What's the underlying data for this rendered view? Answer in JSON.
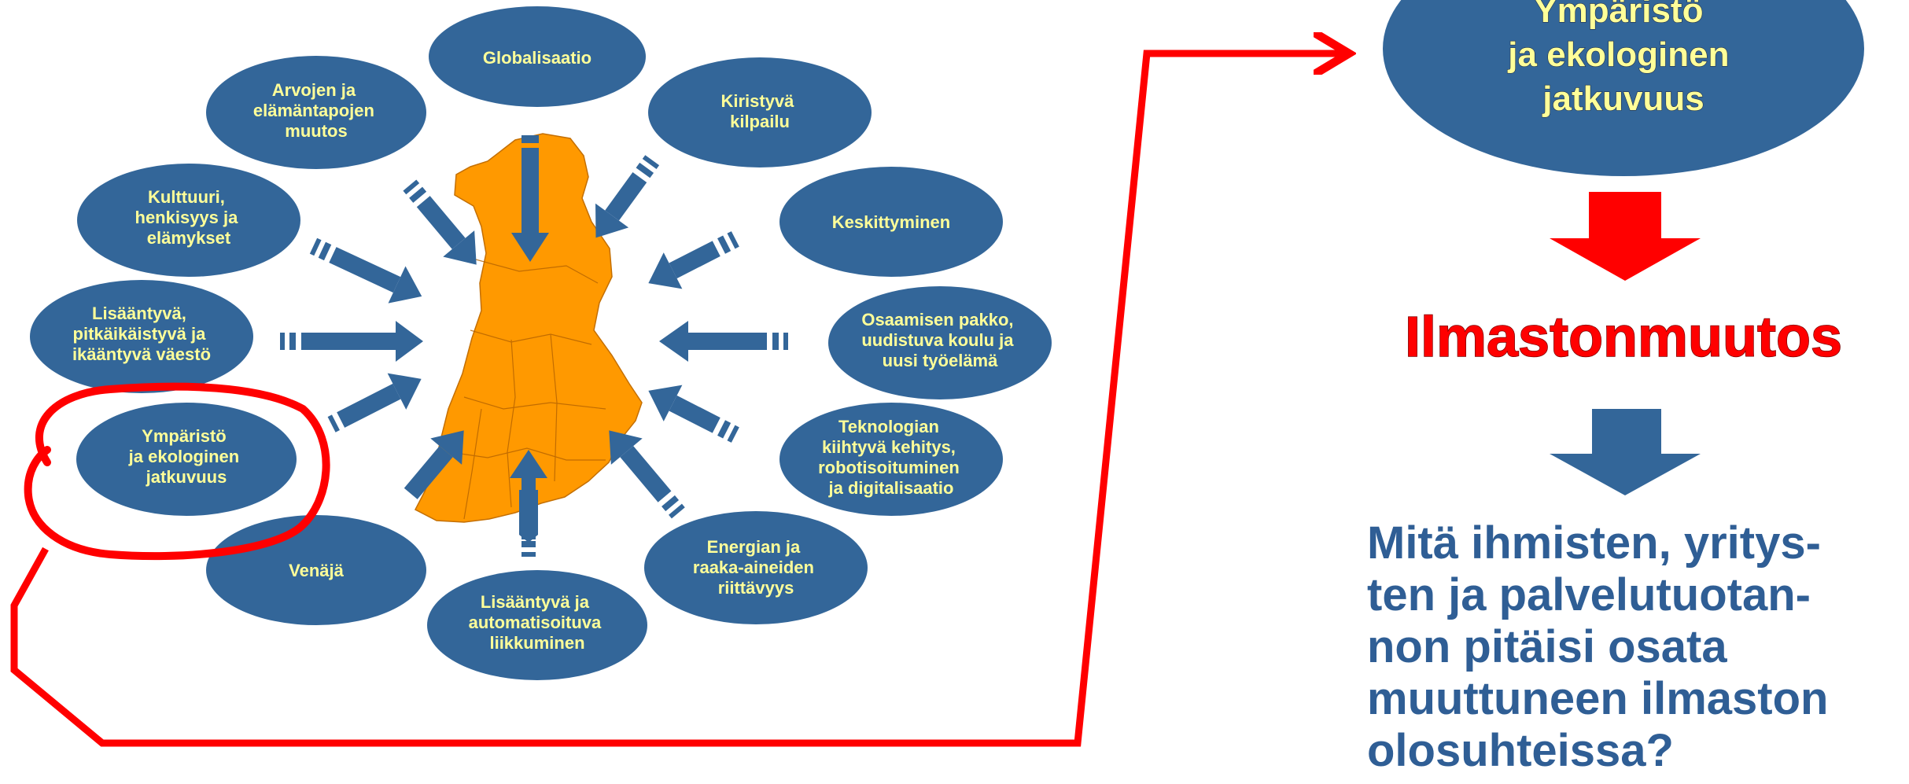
{
  "topics": {
    "globalisaatio": [
      "Globalisaatio"
    ],
    "arvojen": [
      "Arvojen ja",
      "elämäntapojen",
      "muutos"
    ],
    "kiristyva": [
      "Kiristyvä",
      "kilpailu"
    ],
    "kulttuuri": [
      "Kulttuuri,",
      "henkisyys ja",
      "elämykset"
    ],
    "keskittyminen": [
      "Keskittyminen"
    ],
    "lisaantyva_vaesto": [
      "Lisääntyvä,",
      "pitkäikäistyvä ja",
      "ikääntyvä väestö"
    ],
    "osaamisen": [
      "Osaamisen pakko,",
      "uudistuva koulu ja",
      "uusi työelämä"
    ],
    "ymparisto_small": [
      "Ympäristö",
      "ja ekologinen",
      "jatkuvuus"
    ],
    "teknologian": [
      "Teknologian",
      "kiihtyvä kehitys,",
      "robotisoituminen",
      "ja digitalisaatio"
    ],
    "venaja": [
      "Venäjä"
    ],
    "energian": [
      "Energian ja",
      "raaka-aineiden",
      "riittävyys"
    ],
    "liikkuminen": [
      "Lisääntyvä ja",
      "automatisoituva",
      "liikkuminen"
    ]
  },
  "focus": {
    "oval_lines": [
      "Ympäristö",
      "ja ekologinen",
      "jatkuvuus"
    ],
    "headline": "Ilmastonmuutos",
    "question_lines": [
      "Mitä ihmisten, yritys-",
      "ten ja palvelutuotan-",
      "non pitäisi osata",
      "muuttuneen ilmaston",
      "olosuhteissa?"
    ]
  },
  "colors": {
    "oval_blue": "#336699",
    "oval_text": "#ffff99",
    "map_orange": "#ff9900",
    "annotation_red": "#ff0000",
    "question_blue": "#2f5e95"
  }
}
